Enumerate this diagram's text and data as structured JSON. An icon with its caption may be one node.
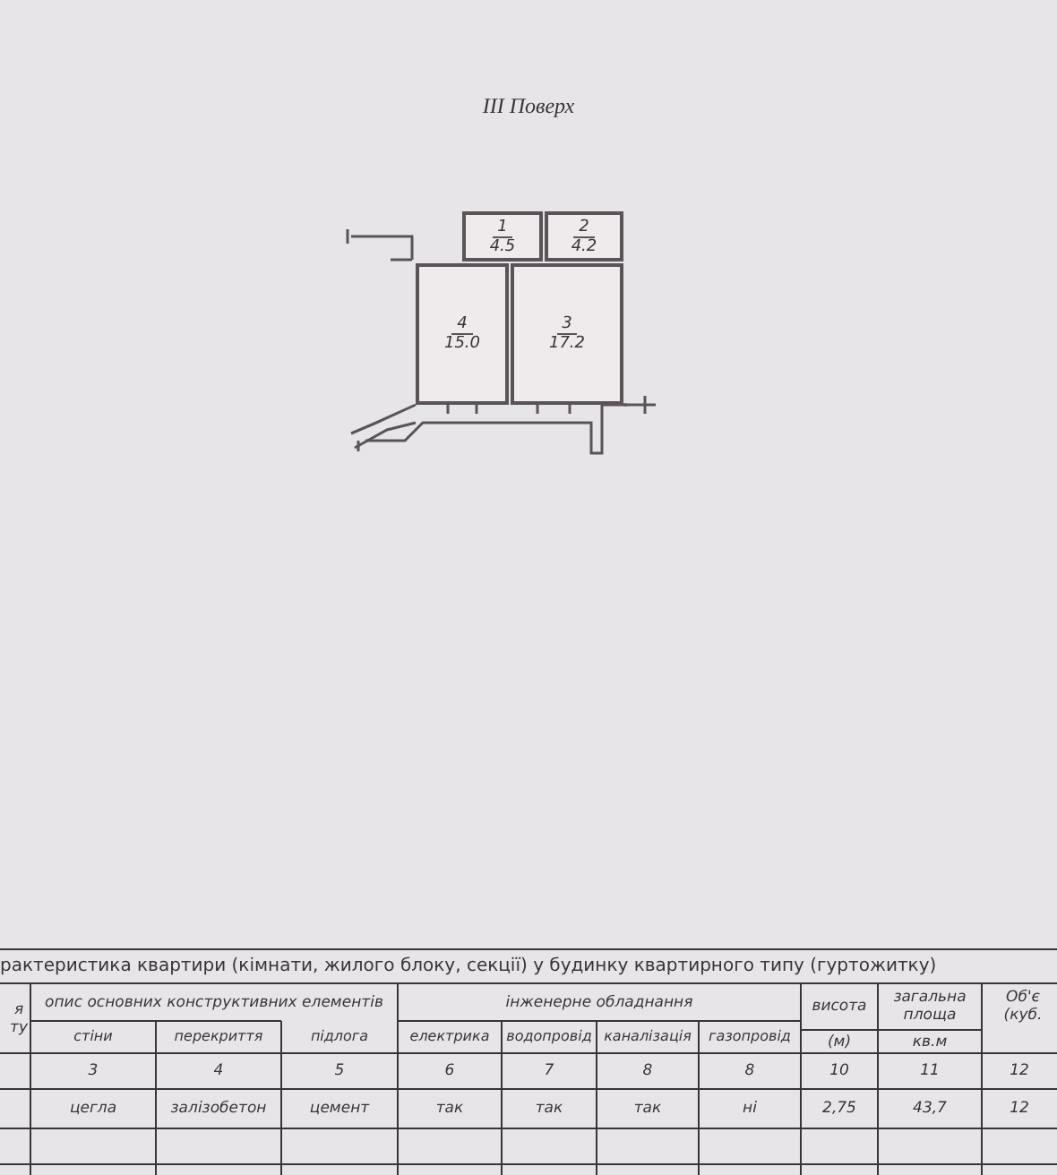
{
  "diagram": {
    "title": "III Поверх",
    "nodes": [
      {
        "text": [
          "1",
          "4.5"
        ]
      },
      {
        "text": [
          "2",
          "4.2"
        ]
      },
      {
        "text": [
          "3",
          "17.2"
        ]
      },
      {
        "text": [
          "4",
          "15.0"
        ]
      }
    ],
    "edges": [],
    "labels": [
      "рактеристика квартири (кімнати, жилого блоку, секції) у будинку квартирного типу (гуртожитку)",
      "я ту",
      "опис основних конструктивних елементів",
      "інженерне обладнання",
      "висота",
      "загальна площа",
      "Об'є (куб.",
      "стіни",
      "перекриття",
      "підлога",
      "електрика",
      "водопровід",
      "каналізація",
      "газопровід",
      "(м)",
      "кв.м",
      "3",
      "4",
      "5",
      "6",
      "7",
      "8",
      "8",
      "10",
      "11",
      "12",
      "цегла",
      "залізобетон",
      "цемент",
      "так",
      "так",
      "так",
      "ні",
      "2,75",
      "43,7",
      "12"
    ]
  }
}
